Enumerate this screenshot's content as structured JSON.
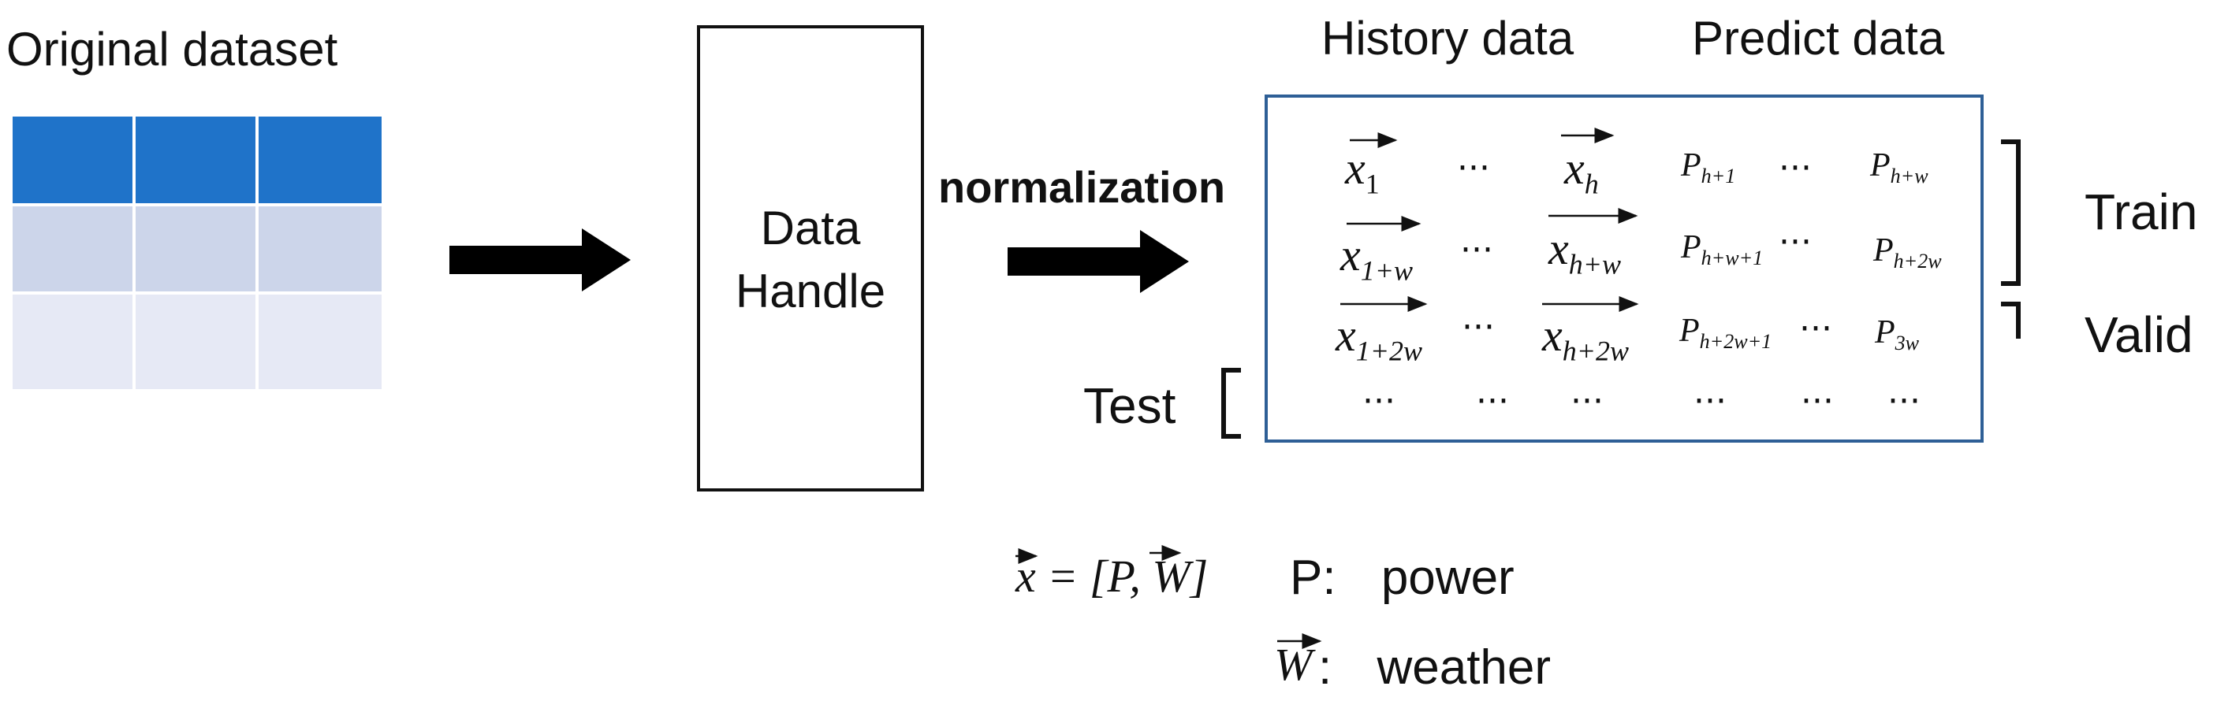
{
  "source": {
    "title": "Original dataset"
  },
  "handle": {
    "line1": "Data",
    "line2": "Handle"
  },
  "step": {
    "label": "normalization"
  },
  "headers": {
    "history": "History data",
    "predict": "Predict data"
  },
  "rows": [
    {
      "x_first": "1",
      "x_last": "h",
      "p_first": "h+1",
      "p_last": "h+w"
    },
    {
      "x_first": "1+w",
      "x_last": "h+w",
      "p_first": "h+w+1",
      "p_last": "h+2w"
    },
    {
      "x_first": "1+2w",
      "x_last": "h+2w",
      "p_first": "h+2w+1",
      "p_last": "3w"
    }
  ],
  "symbols": {
    "x": "x",
    "p": "P",
    "ellipsis": "···"
  },
  "splits": {
    "train": "Train",
    "valid": "Valid",
    "test": "Test"
  },
  "legend": {
    "formula": "x = [P, W]",
    "power_symbol": "P",
    "power_label": "power",
    "weather_symbol": "W",
    "weather_label": "weather",
    "separator": ":"
  },
  "colors": {
    "table_header": "#1f73c9",
    "table_mid": "#ccd5ea",
    "table_light": "#e6e9f5",
    "matrix_border": "#2e5f96"
  }
}
